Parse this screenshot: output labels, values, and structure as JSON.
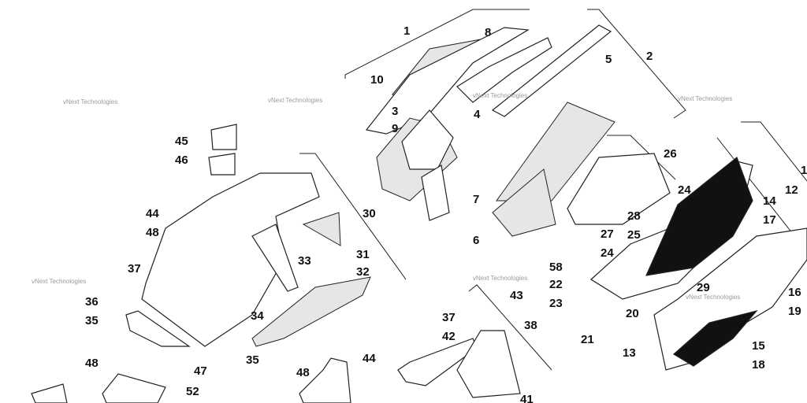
{
  "watermark": "vNext Technologies",
  "callouts": [
    "1",
    "8",
    "2",
    "5",
    "10",
    "3",
    "4",
    "9",
    "7",
    "6",
    "26",
    "45",
    "46",
    "30",
    "44",
    "48",
    "37",
    "31",
    "33",
    "32",
    "36",
    "35",
    "34",
    "47",
    "35",
    "48",
    "52",
    "48",
    "44",
    "37",
    "42",
    "43",
    "38",
    "41",
    "58",
    "22",
    "23",
    "21",
    "20",
    "29",
    "24",
    "28",
    "27",
    "25",
    "24",
    "14",
    "17",
    "12",
    "1",
    "16",
    "19",
    "15",
    "18",
    "13"
  ]
}
